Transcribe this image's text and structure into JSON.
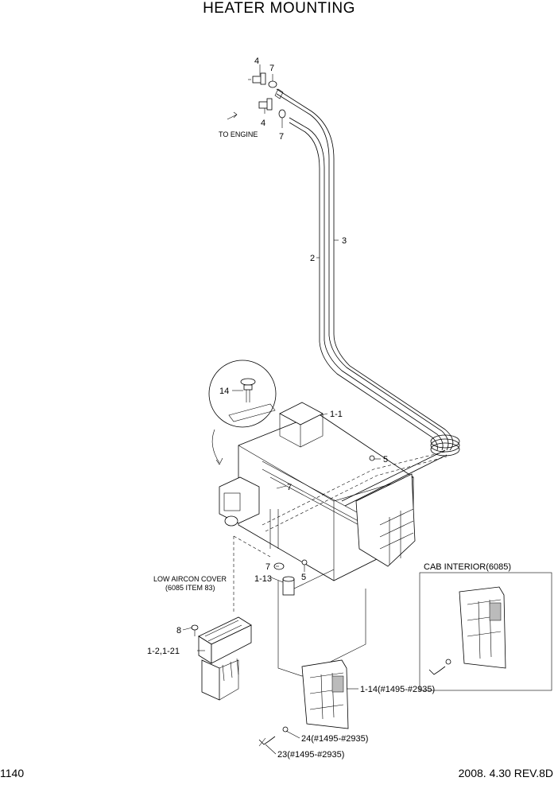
{
  "title": "HEATER MOUNTING",
  "page_number": "1140",
  "revision": "2008. 4.30  REV.8D",
  "labels": {
    "p4a": "4",
    "p7a": "7",
    "p4b": "4",
    "p7b": "7",
    "to_engine": "TO ENGINE",
    "p3": "3",
    "p2": "2",
    "p14": "14",
    "p1_1": "1-1",
    "p5a": "5",
    "p7c": "7",
    "p7d": "7",
    "p5b": "5",
    "p1_13": "1-13",
    "low_aircon_1": "LOW AIRCON COVER",
    "low_aircon_2": "(6085 ITEM 83)",
    "cab_interior": "CAB INTERIOR(6085)",
    "p8": "8",
    "p1_2": "1-2,1-21",
    "p1_14": "1-14(#1495-#2935)",
    "p24": "24(#1495-#2935)",
    "p23": "23(#1495-#2935)"
  }
}
